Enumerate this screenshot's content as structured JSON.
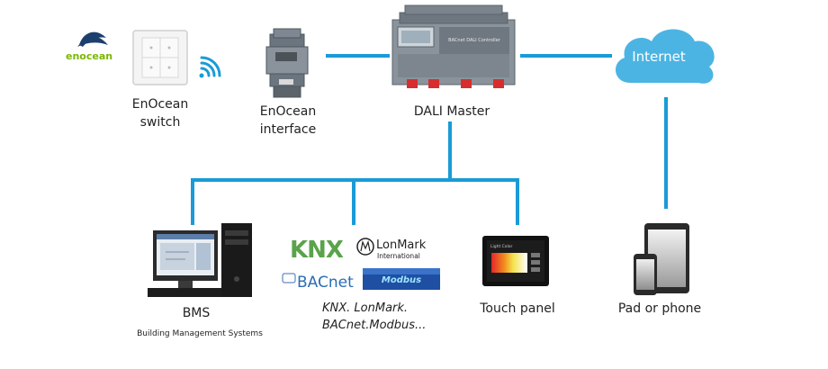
{
  "colors": {
    "line": "#1a9bd7",
    "cloud": "#4cb4e3",
    "enocean_blue": "#1d3f6e",
    "enocean_green": "#7ab800",
    "wifi_blue": "#1a9bd7"
  },
  "nodes": {
    "enocean_logo": {
      "text": "enocean"
    },
    "enocean_switch": {
      "label_line1": "EnOcean",
      "label_line2": "switch"
    },
    "enocean_interface": {
      "label_line1": "EnOcean",
      "label_line2": "interface"
    },
    "dali_master": {
      "label": "DALI Master",
      "device_text": "BACnet DALI Controller"
    },
    "internet": {
      "label": "Internet"
    },
    "bms": {
      "label": "BMS",
      "sublabel": "Building Management Systems"
    },
    "protocols": {
      "knx": "KNX",
      "lonmark_line1": "LonMark",
      "lonmark_line2": "International",
      "bacnet": "BACnet",
      "modbus": "Modbus",
      "caption_line1": "KNX. LonMark.",
      "caption_line2": "BACnet.Modbus..."
    },
    "touch_panel": {
      "label": "Touch panel",
      "screen_text": "Light Color"
    },
    "pad_phone": {
      "label": "Pad or phone"
    }
  },
  "icons": [
    "enocean-logo-icon",
    "wall-switch-icon",
    "wifi-signal-icon",
    "din-rail-module-icon",
    "dali-controller-icon",
    "cloud-icon",
    "desktop-computer-icon",
    "knx-logo-icon",
    "lonmark-logo-icon",
    "bacnet-logo-icon",
    "modbus-logo-icon",
    "touch-panel-icon",
    "tablet-icon",
    "phone-icon"
  ]
}
